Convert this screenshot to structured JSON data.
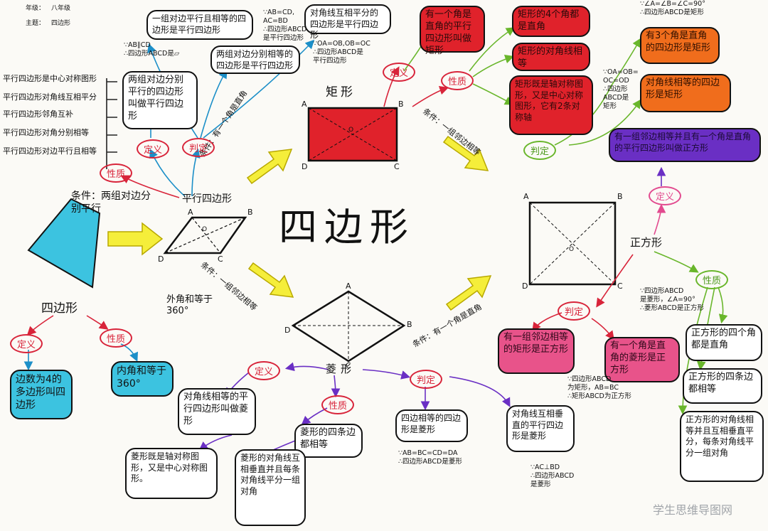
{
  "header": {
    "grade_label": "年级：",
    "grade_value": "八年级",
    "topic_label": "主题：",
    "topic_value": "四边形"
  },
  "center_title": "四边形",
  "quadrilateral": {
    "title": "四边形",
    "def_tag": "定义",
    "prop_tag": "性质",
    "definition": "边数为4的多边形叫四边形",
    "property": "内角和等于360°",
    "exterior": "外角和等于360°"
  },
  "conditions": {
    "to_parallelogram": "条件：两组对边分别平行",
    "para_to_rect": "条件：有一个角是直角",
    "rect_to_square": "条件：一组邻边相等",
    "para_to_rhombus": "条件：一组邻边相等",
    "rhombus_to_square": "条件：有一个角是直角"
  },
  "parallelogram": {
    "title": "平行四边形",
    "def_tag": "定义",
    "judge_tag": "判定",
    "prop_tag": "性质",
    "definition": "两组对边分别平行的四边形叫做平行四边形",
    "properties": [
      "平行四边形是中心对称图形",
      "平行四边形对角线互相平分",
      "平行四边形邻角互补",
      "平行四边形对角分别相等",
      "平行四边形对边平行且相等"
    ],
    "judge1": "一组对边平行且相等的四边形是平行四边形",
    "judge2": "两组对边分别相等的四边形是平行四边形",
    "judge3": "对角线互相平分的四边形是平行四边形",
    "note1": "∵AB∥CD\n∴四边形ABCD是▱",
    "note2": "∵AB=CD,\nAC=BD\n∴四边形ABCD\n是平行四边形",
    "note3": "∵OA=OB,OB=OC\n∴四边形ABCD是\n平行四边形",
    "labels": {
      "A": "A",
      "B": "B",
      "C": "C",
      "D": "D",
      "O": "O"
    }
  },
  "rectangle": {
    "title": "矩形",
    "def_tag": "定义",
    "prop_tag": "性质",
    "judge_tag": "判定",
    "definition": "有一个角是直角的平行四边形叫做矩形",
    "prop1": "矩形的4个角都是直角",
    "prop2": "矩形的对角线相等",
    "prop3": "矩形既是轴对称图形，又是中心对称图形，它有2条对称轴",
    "judge1": "有3个角是直角的四边形是矩形",
    "judge2": "对角线相等的四边形是矩形",
    "note1": "∵∠A=∠B=∠C=90°\n∴四边形ABCD是矩形",
    "note2": "∵OA=OB=\nOC=OD\n∴四边形\nABCD是\n矩形",
    "labels": {
      "A": "A",
      "B": "B",
      "C": "C",
      "D": "D",
      "O": "O"
    }
  },
  "square": {
    "title": "正方形",
    "def_tag": "定义",
    "prop_tag": "性质",
    "judge_tag": "判定",
    "definition": "有一组邻边相等并且有一个角是直角的平行四边形叫做正方形",
    "judge1": "有一组邻边相等的矩形是正方形",
    "judge2": "有一个角是直角的菱形是正方形",
    "prop1": "正方形的四个角都是直角",
    "prop2": "正方形的四条边都相等",
    "prop3": "正方形的对角线相等并且互相垂直平分，每条对角线平分一组对角",
    "note1": "∵四边形ABCD\n是菱形，∠A=90°\n∴菱形ABCD是正方形",
    "note2": "∵四边形ABCD\n为矩形，AB=BC\n∴矩形ABCD为正方形",
    "labels": {
      "A": "A",
      "B": "B",
      "C": "C",
      "D": "D",
      "O": "O"
    }
  },
  "rhombus": {
    "title": "菱形",
    "def_tag": "定义",
    "prop_tag": "性质",
    "judge_tag": "判定",
    "definition": "对角线相等的平行四边形叫做菱形",
    "prop1": "菱形的四条边都相等",
    "prop2": "菱形的对角线互相垂直并且每条对角线平分一组对角",
    "prop3": "菱形既是轴对称图形，又是中心对称图形。",
    "judge1": "四边相等的四边形是菱形",
    "judge2": "对角线互相垂直的平行四边形是菱形",
    "note1": "∵AB=BC=CD=DA\n∴四边形ABCD是菱形",
    "note2": "∵AC⊥BD\n∴四边形ABCD\n是菱形",
    "labels": {
      "A": "A",
      "B": "B",
      "C": "C",
      "D": "D"
    }
  },
  "watermark": "学生思维导图网"
}
